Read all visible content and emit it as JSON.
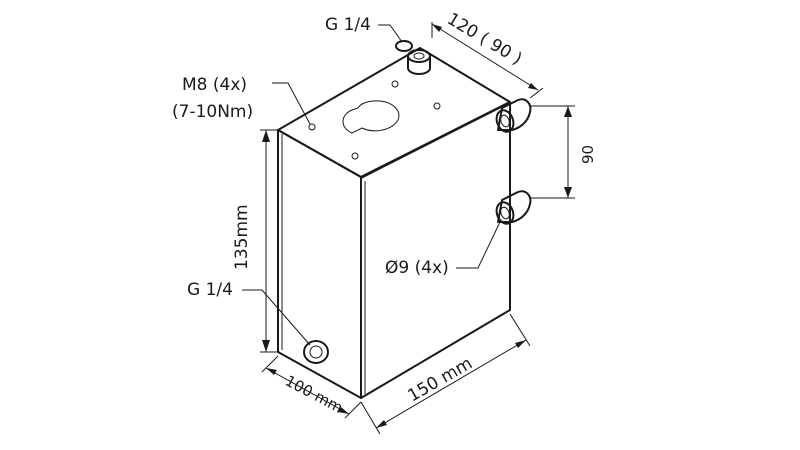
{
  "labels": {
    "top_port": "G 1/4",
    "top_dim": "120 ( 90 )",
    "mount_screws_line1": "M8 (4x)",
    "mount_screws_line2": "(7-10Nm)",
    "height_dim": "135mm",
    "mount_spacing": "90",
    "bushing_dia": "Ø9 (4x)",
    "side_port": "G 1/4",
    "depth_dim": "100 mm",
    "width_dim": "150 mm"
  }
}
